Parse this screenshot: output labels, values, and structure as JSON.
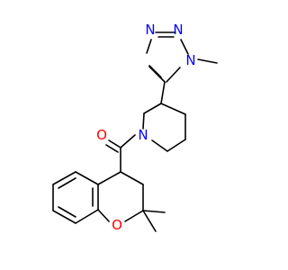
{
  "structure": {
    "atom_labels": {
      "n_triazole_top": "N",
      "n_triazole_left": "N",
      "n_triazole_methyl": "N",
      "n_piperidine": "N",
      "o_carbonyl": "O",
      "o_chromane": "O"
    },
    "colors": {
      "bond": "#000000",
      "nitrogen": "#0000FF",
      "oxygen": "#FF0000"
    }
  }
}
